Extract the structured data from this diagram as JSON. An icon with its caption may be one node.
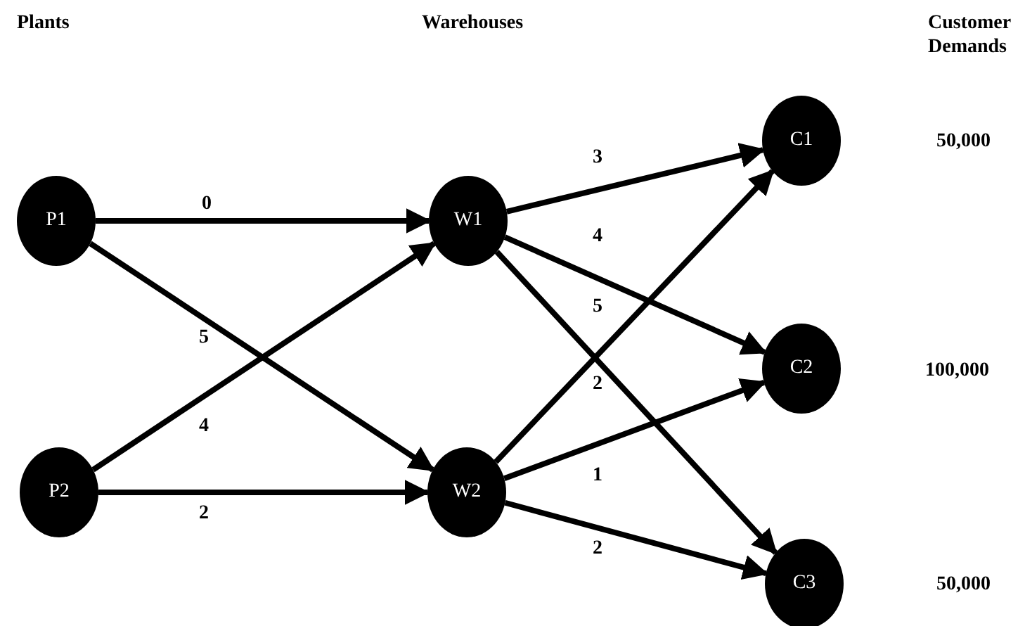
{
  "diagram": {
    "nodes": [
      {
        "text": [
          "P1"
        ]
      },
      {
        "text": [
          "P2"
        ]
      },
      {
        "text": [
          "W1"
        ]
      },
      {
        "text": [
          "W2"
        ]
      },
      {
        "text": [
          "C1"
        ]
      },
      {
        "text": [
          "C2"
        ]
      },
      {
        "text": [
          "C3"
        ]
      }
    ],
    "edges": [
      {
        "from": 0,
        "to": 2,
        "arrow": "to",
        "label": "0"
      },
      {
        "from": 0,
        "to": 3,
        "arrow": "to",
        "label": "5"
      },
      {
        "from": 1,
        "to": 2,
        "arrow": "to",
        "label": "4"
      },
      {
        "from": 1,
        "to": 3,
        "arrow": "to",
        "label": "2"
      },
      {
        "from": 2,
        "to": 4,
        "arrow": "to",
        "label": "3"
      },
      {
        "from": 2,
        "to": 5,
        "arrow": "to",
        "label": "4"
      },
      {
        "from": 2,
        "to": 6,
        "arrow": "to",
        "label": "5"
      },
      {
        "from": 3,
        "to": 4,
        "arrow": "to",
        "label": "2"
      },
      {
        "from": 3,
        "to": 5,
        "arrow": "to",
        "label": "1"
      },
      {
        "from": 3,
        "to": 6,
        "arrow": "to",
        "label": "2"
      }
    ],
    "labels": [
      "Plants",
      "Warehouses",
      "Customer Demands",
      "50,000",
      "100,000",
      "50,000"
    ]
  }
}
